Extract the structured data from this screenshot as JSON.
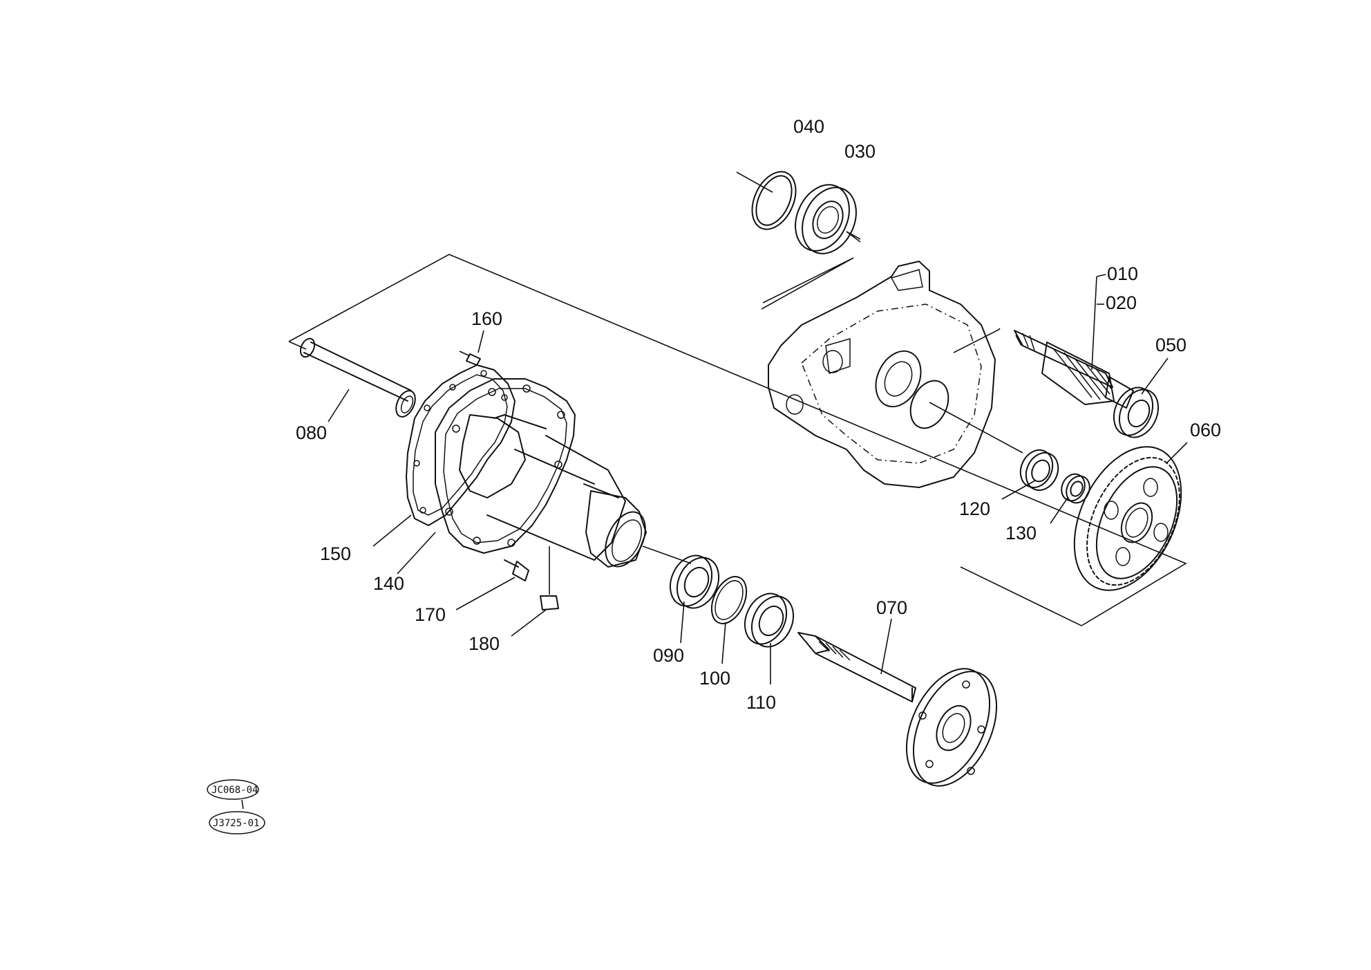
{
  "labels": {
    "p010": "010",
    "p020": "020",
    "p030": "030",
    "p040": "040",
    "p050": "050",
    "p060": "060",
    "p070": "070",
    "p080": "080",
    "p090": "090",
    "p100": "100",
    "p110": "110",
    "p120": "120",
    "p130": "130",
    "p140": "140",
    "p150": "150",
    "p160": "160",
    "p170": "170",
    "p180": "180"
  },
  "refs": {
    "ref1": "JC068-04",
    "ref2": "J3725-01"
  }
}
